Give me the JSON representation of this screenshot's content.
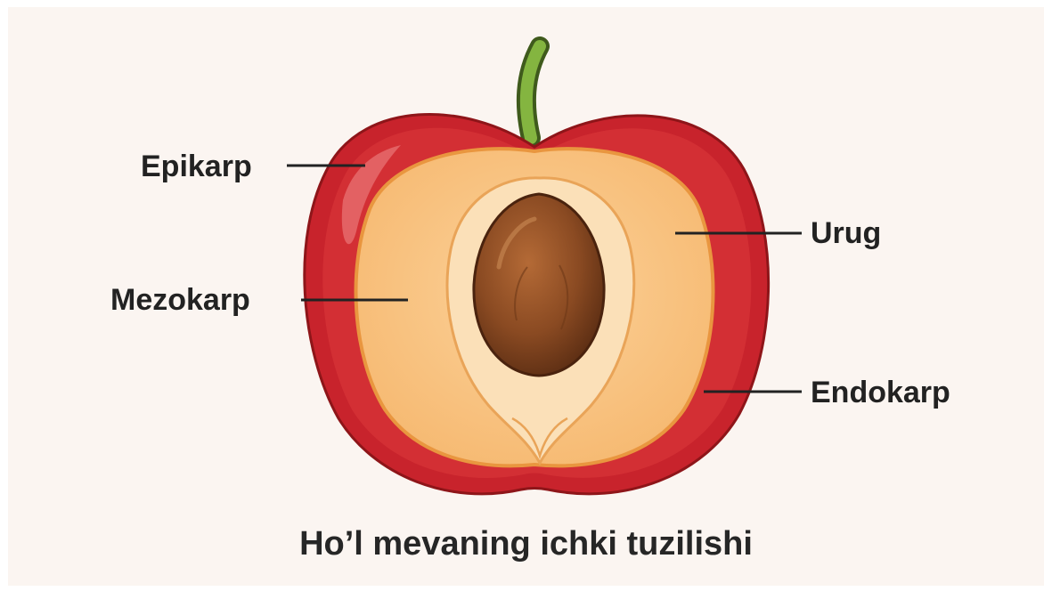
{
  "labels": {
    "epikarp": "Epikarp",
    "mezokarp": "Mezokarp",
    "urug": "Urug",
    "endokarp": "Endokarp"
  },
  "caption": "Ho’l mevaning ichki tuzilishi",
  "colors": {
    "background": "#fbf5f1",
    "skin_outer": "#c8232c",
    "skin_inner": "#e0393e",
    "flesh": "#f8c07f",
    "flesh_edge": "#e9963f",
    "endocarp": "#fbe0b8",
    "seed": "#8a4a22",
    "stem": "#7fae3c",
    "leader_line": "#222222"
  }
}
